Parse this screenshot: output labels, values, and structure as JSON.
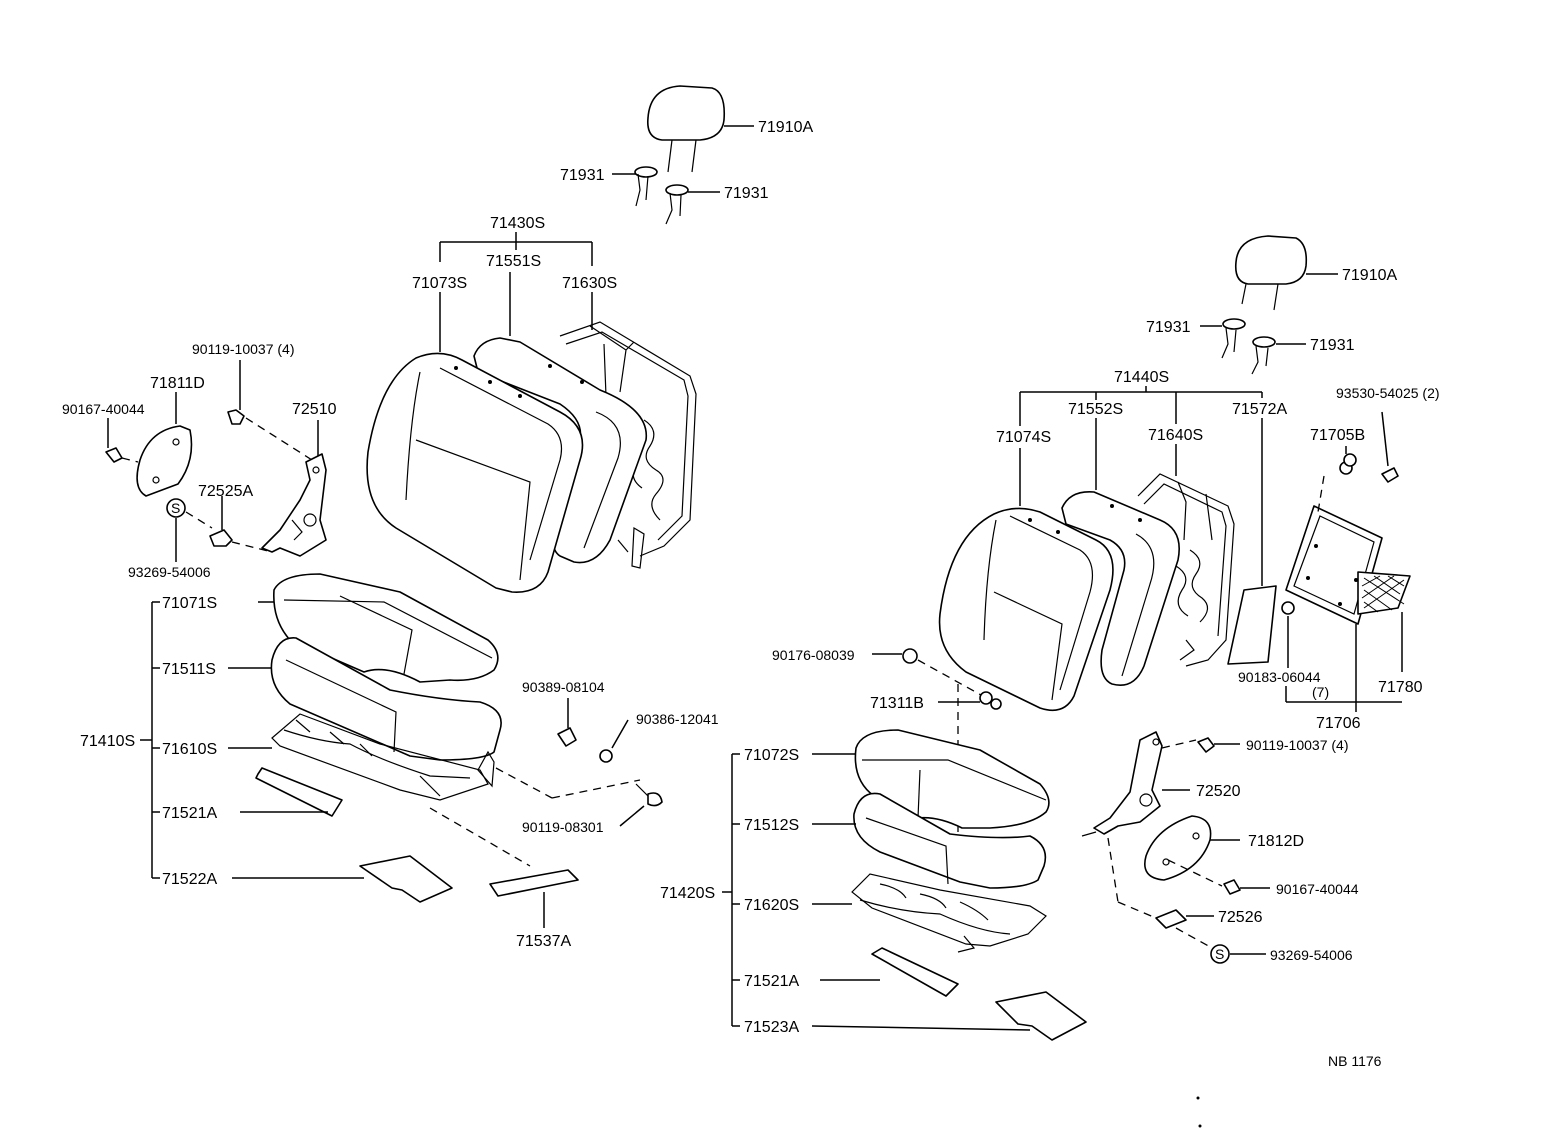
{
  "labels": {
    "l71910A_1": "71910A",
    "l71931_1": "71931",
    "l71931_2": "71931",
    "l71430S": "71430S",
    "l71551S": "71551S",
    "l71073S": "71073S",
    "l71630S": "71630S",
    "l90119_10037_1": "90119-10037 (4)",
    "l71811D": "71811D",
    "l90167_40044_1": "90167-40044",
    "l72510": "72510",
    "l72525A": "72525A",
    "lS_1": "S",
    "l93269_54006_1": "93269-54006",
    "l71071S": "71071S",
    "l71511S": "71511S",
    "l71410S": "71410S",
    "l71610S": "71610S",
    "l71521A_1": "71521A",
    "l71522A": "71522A",
    "l90389_08104": "90389-08104",
    "l90386_12041": "90386-12041",
    "l90119_08301": "90119-08301",
    "l71537A": "71537A",
    "l71910A_2": "71910A",
    "l71931_3": "71931",
    "l71931_4": "71931",
    "l71440S": "71440S",
    "l71552S": "71552S",
    "l71074S": "71074S",
    "l71640S": "71640S",
    "l71572A": "71572A",
    "l93530_54025": "93530-54025 (2)",
    "l71705B": "71705B",
    "l90176_08039": "90176-08039",
    "l71311B": "71311B",
    "l90183_06044": "90183-06044",
    "l90183_qty": "(7)",
    "l71780": "71780",
    "l71706": "71706",
    "l71072S": "71072S",
    "l71512S": "71512S",
    "l71420S": "71420S",
    "l71620S": "71620S",
    "l71521A_2": "71521A",
    "l71523A": "71523A",
    "l90119_10037_2": "90119-10037 (4)",
    "l72520": "72520",
    "l71812D": "71812D",
    "l90167_40044_2": "90167-40044",
    "l72526": "72526",
    "lS_2": "S",
    "l93269_54006_2": "93269-54006",
    "ref_code": "NB  1176"
  }
}
